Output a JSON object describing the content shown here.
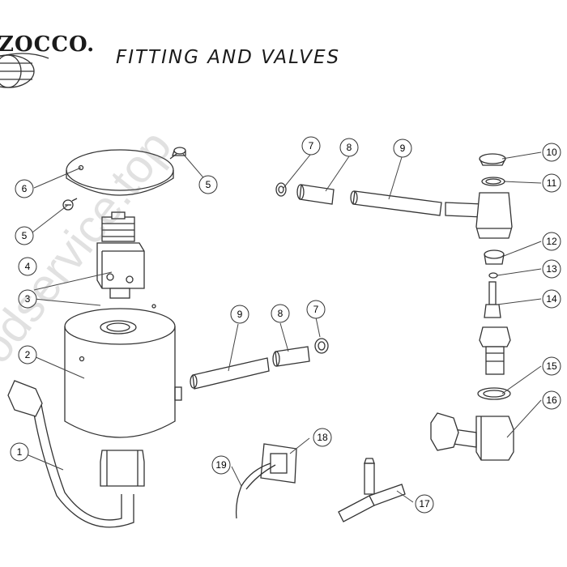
{
  "header": {
    "brand_text": "ZOCCO.",
    "title": "FITTING AND VALVES"
  },
  "watermark": "odservice.top",
  "callouts": [
    {
      "id": "c1",
      "label": "1"
    },
    {
      "id": "c2",
      "label": "2"
    },
    {
      "id": "c3",
      "label": "3"
    },
    {
      "id": "c4",
      "label": "4"
    },
    {
      "id": "c5a",
      "label": "5"
    },
    {
      "id": "c5b",
      "label": "5"
    },
    {
      "id": "c6",
      "label": "6"
    },
    {
      "id": "c7a",
      "label": "7"
    },
    {
      "id": "c7b",
      "label": "7"
    },
    {
      "id": "c8a",
      "label": "8"
    },
    {
      "id": "c8b",
      "label": "8"
    },
    {
      "id": "c9a",
      "label": "9"
    },
    {
      "id": "c9b",
      "label": "9"
    },
    {
      "id": "c10",
      "label": "10"
    },
    {
      "id": "c11",
      "label": "11"
    },
    {
      "id": "c12",
      "label": "12"
    },
    {
      "id": "c13",
      "label": "13"
    },
    {
      "id": "c14",
      "label": "14"
    },
    {
      "id": "c15",
      "label": "15"
    },
    {
      "id": "c16",
      "label": "16"
    },
    {
      "id": "c17",
      "label": "17"
    },
    {
      "id": "c18",
      "label": "18"
    },
    {
      "id": "c19",
      "label": "19"
    }
  ]
}
